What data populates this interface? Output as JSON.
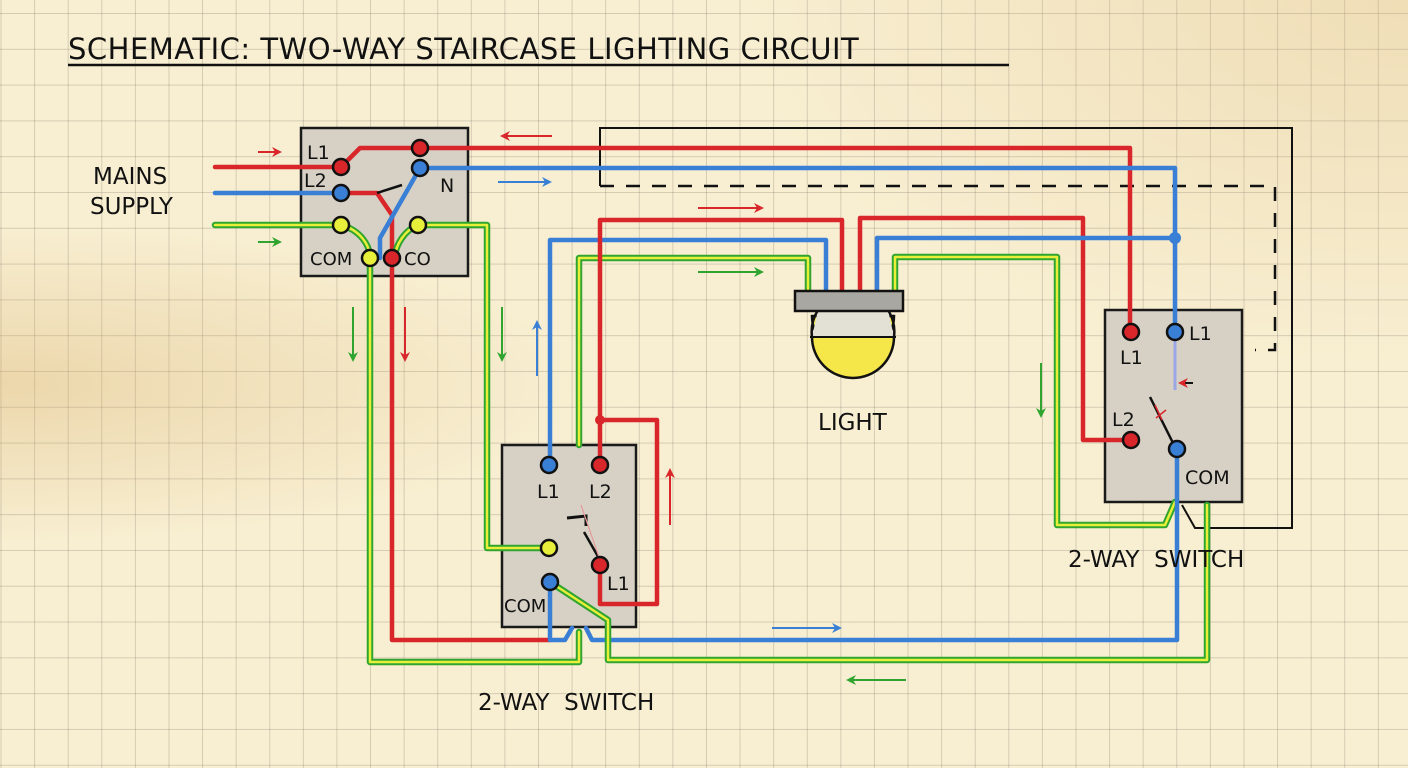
{
  "title": "SCHEMATIC: TWO-WAY STAIRCASE LIGHTING CIRCUIT",
  "colors": {
    "paper": "#f8efd2",
    "grid": "#8a8070",
    "live_red": "#d9262b",
    "neutral_blue": "#3a7fd6",
    "earth_green": "#2fa52f",
    "earth_yellow": "#e8ef3a",
    "box_fill": "#d6d1c4",
    "lamp_yellow": "#f5e64a"
  },
  "mains": {
    "label_line1": "MAINS",
    "label_line2": "SUPPLY"
  },
  "junction_box": {
    "terminals": {
      "l1": "L1",
      "l2": "L2",
      "n": "N",
      "com": "COM",
      "co": "CO"
    }
  },
  "light": {
    "label": "LIGHT"
  },
  "switch_bottom": {
    "label": "2-WAY  SWITCH",
    "terminals": {
      "l1_top": "L1",
      "l2_top": "L2",
      "l1_side": "L1",
      "com": "COM"
    }
  },
  "switch_right": {
    "label": "2-WAY  SWITCH",
    "terminals": {
      "l1_red": "L1",
      "l1_blue": "L1",
      "l2": "L2",
      "com": "COM"
    }
  },
  "flow_arrows": [
    {
      "color": "red",
      "direction": "right",
      "location": "mains live input"
    },
    {
      "color": "green",
      "direction": "right",
      "location": "mains earth input"
    },
    {
      "color": "red",
      "direction": "left",
      "location": "top live run"
    },
    {
      "color": "blue",
      "direction": "right",
      "location": "top neutral run"
    },
    {
      "color": "red",
      "direction": "right",
      "location": "light feed"
    },
    {
      "color": "green",
      "direction": "right",
      "location": "light earth"
    },
    {
      "color": "green",
      "direction": "down",
      "location": "left earth drop"
    },
    {
      "color": "red",
      "direction": "down",
      "location": "left live drop"
    },
    {
      "color": "green",
      "direction": "down",
      "location": "switch earth drop"
    },
    {
      "color": "blue",
      "direction": "up",
      "location": "switch neutral riser"
    },
    {
      "color": "red",
      "direction": "up",
      "location": "strapper loop"
    },
    {
      "color": "green",
      "direction": "down",
      "location": "right earth drop"
    },
    {
      "color": "blue",
      "direction": "right",
      "location": "bottom neutral run"
    },
    {
      "color": "green",
      "direction": "left",
      "location": "bottom earth run"
    }
  ]
}
